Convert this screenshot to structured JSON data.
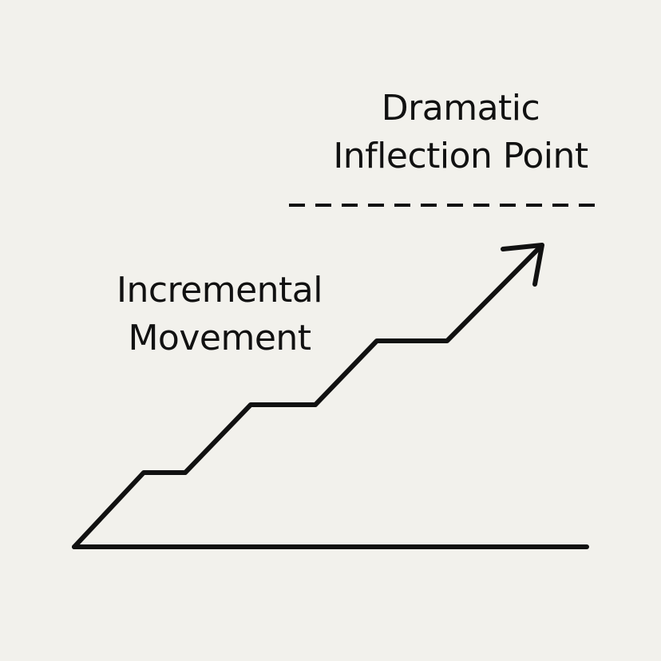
{
  "labels": {
    "dramatic": [
      "Dramatic",
      "Inflection Point"
    ],
    "incremental": [
      "Incremental",
      "Movement"
    ]
  },
  "colors": {
    "background": "#f2f1ec",
    "ink": "#111111"
  },
  "icons": {
    "arrowhead": "arrow-up-right-icon"
  }
}
